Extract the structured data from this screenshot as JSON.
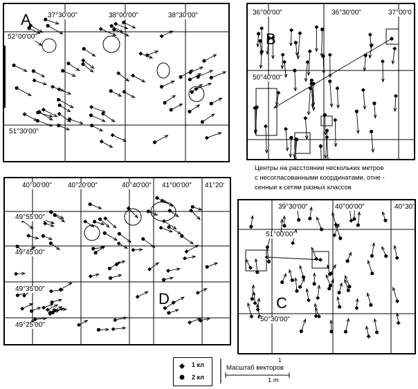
{
  "panelA": {
    "letter": "A",
    "lon_labels": [
      "37°30'00\"",
      "38°00'00\"",
      "38°30'00\""
    ],
    "lat_labels": [
      "52°00'00\"",
      "51°30'00\""
    ]
  },
  "panelB": {
    "letter": "B",
    "lon_labels": [
      "36°00'00\"",
      "36°30'00\"",
      "37°00'0"
    ],
    "lat_labels": [
      "50°40'00\""
    ]
  },
  "caption": "Центры на расстоянии нескольких метров\nс несогласованными координатами, отне -\nсенные к сетям разных классов",
  "panelD": {
    "letter": "D",
    "lon_labels": [
      "40°00'00\"",
      "40°20'00\"",
      "40°40'00\"",
      "41°00'00\"",
      "41°20'"
    ],
    "lat_labels": [
      "49°55'00\"",
      "49°45'00\"",
      "49°35'00\"",
      "49°25'00\""
    ]
  },
  "panelC": {
    "letter": "C",
    "lon_labels": [
      "39°30'00\"",
      "40°00'00\"",
      "40°30'"
    ],
    "lat_labels": [
      "51°00'00\"",
      "50°30'00\""
    ]
  },
  "legend": {
    "class1": "1 кл",
    "class2": "2 кл"
  },
  "scale": {
    "title": "Масштаб векторов",
    "unit": "1 m",
    "tick": "1"
  }
}
